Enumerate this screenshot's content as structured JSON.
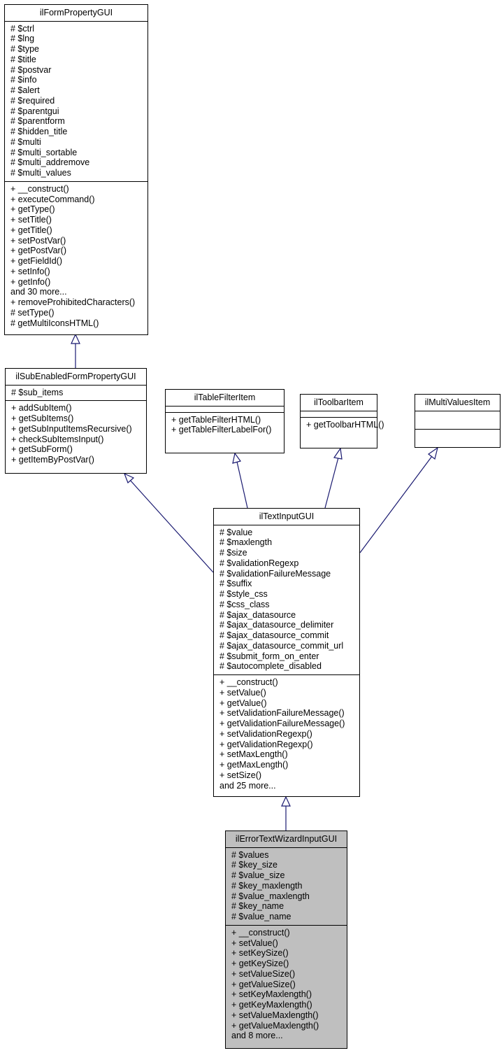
{
  "classes": {
    "formprop": {
      "name": "ilFormPropertyGUI",
      "attributes": [
        "# $ctrl",
        "# $lng",
        "# $type",
        "# $title",
        "# $postvar",
        "# $info",
        "# $alert",
        "# $required",
        "# $parentgui",
        "# $parentform",
        "# $hidden_title",
        "# $multi",
        "# $multi_sortable",
        "# $multi_addremove",
        "# $multi_values"
      ],
      "methods": [
        "+ __construct()",
        "+ executeCommand()",
        "+ getType()",
        "+ setTitle()",
        "+ getTitle()",
        "+ setPostVar()",
        "+ getPostVar()",
        "+ getFieldId()",
        "+ setInfo()",
        "+ getInfo()",
        "and 30 more...",
        "+ removeProhibitedCharacters()",
        "# setType()",
        "# getMultiIconsHTML()"
      ]
    },
    "subenabled": {
      "name": "ilSubEnabledFormPropertyGUI",
      "attributes": [
        "# $sub_items"
      ],
      "methods": [
        "+ addSubItem()",
        "+ getSubItems()",
        "+ getSubInputItemsRecursive()",
        "+ checkSubItemsInput()",
        "+ getSubForm()",
        "+ getItemByPostVar()"
      ]
    },
    "tablefilter": {
      "name": "ilTableFilterItem",
      "attributes": [],
      "methods": [
        "+ getTableFilterHTML()",
        "+ getTableFilterLabelFor()"
      ]
    },
    "toolbar": {
      "name": "ilToolbarItem",
      "attributes": [],
      "methods": [
        "+ getToolbarHTML()"
      ]
    },
    "multivalues": {
      "name": "ilMultiValuesItem",
      "attributes": [],
      "methods": []
    },
    "textinput": {
      "name": "ilTextInputGUI",
      "attributes": [
        "# $value",
        "# $maxlength",
        "# $size",
        "# $validationRegexp",
        "# $validationFailureMessage",
        "# $suffix",
        "# $style_css",
        "# $css_class",
        "# $ajax_datasource",
        "# $ajax_datasource_delimiter",
        "# $ajax_datasource_commit",
        "# $ajax_datasource_commit_url",
        "# $submit_form_on_enter",
        "# $autocomplete_disabled"
      ],
      "methods": [
        "+ __construct()",
        "+ setValue()",
        "+ getValue()",
        "+ setValidationFailureMessage()",
        "+ getValidationFailureMessage()",
        "+ setValidationRegexp()",
        "+ getValidationRegexp()",
        "+ setMaxLength()",
        "+ getMaxLength()",
        "+ setSize()",
        "and 25 more..."
      ]
    },
    "errortext": {
      "name": "ilErrorTextWizardInputGUI",
      "attributes": [
        "# $values",
        "# $key_size",
        "# $value_size",
        "# $key_maxlength",
        "# $value_maxlength",
        "# $key_name",
        "# $value_name"
      ],
      "methods": [
        "+ __construct()",
        "+ setValue()",
        "+ setKeySize()",
        "+ getKeySize()",
        "+ setValueSize()",
        "+ getValueSize()",
        "+ setKeyMaxlength()",
        "+ getKeyMaxlength()",
        "+ setValueMaxlength()",
        "+ getValueMaxlength()",
        "and 8 more..."
      ]
    }
  },
  "colors": {
    "edge": "#191970",
    "focus_fill": "#bfbfbf",
    "box_fill": "#ffffff",
    "border": "#000000"
  }
}
